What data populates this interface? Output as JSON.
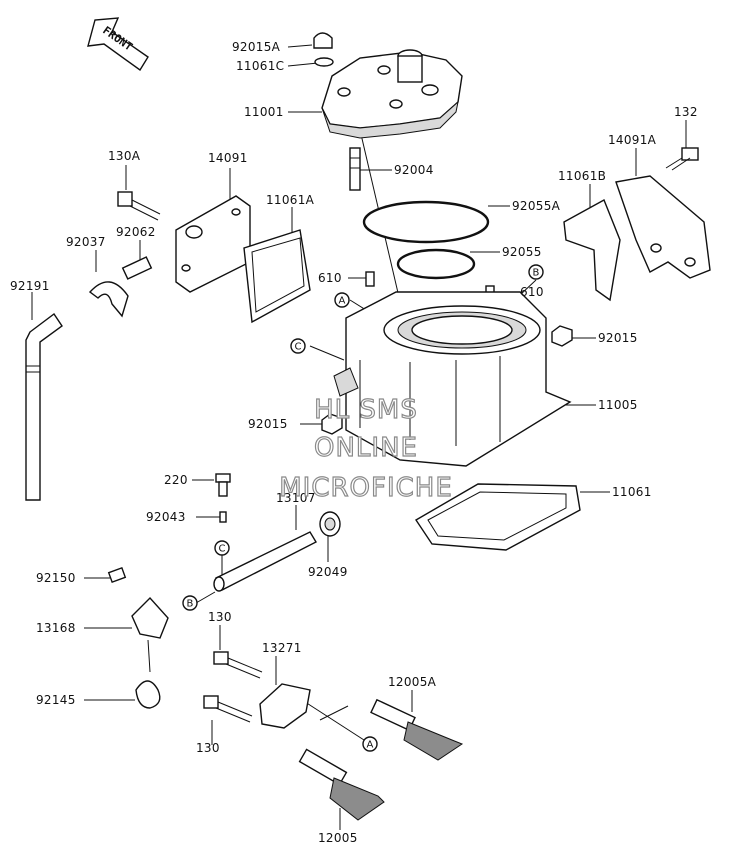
{
  "front_label": "FRONT",
  "watermark": [
    "HL SMS",
    "ONLINE",
    "MICROFICHE"
  ],
  "callouts": {
    "A": "A",
    "B": "B",
    "C": "C"
  },
  "parts": {
    "p92015A": "92015A",
    "p11061C": "11061C",
    "p11001": "11001",
    "p132": "132",
    "p14091A": "14091A",
    "p130A": "130A",
    "p14091": "14091",
    "p92004": "92004",
    "p11061B": "11061B",
    "p92055A": "92055A",
    "p11061A": "11061A",
    "p92037": "92037",
    "p92062": "92062",
    "p92055": "92055",
    "p92191": "92191",
    "p610a": "610",
    "p610b": "610",
    "p92015b": "92015",
    "p11005": "11005",
    "p92015c": "92015",
    "p220": "220",
    "p13107": "13107",
    "p11061": "11061",
    "p92043": "92043",
    "p92049": "92049",
    "p92150": "92150",
    "p13168": "13168",
    "p130a": "130",
    "p13271": "13271",
    "p12005A": "12005A",
    "p92145": "92145",
    "p130b": "130",
    "p12005": "12005"
  }
}
